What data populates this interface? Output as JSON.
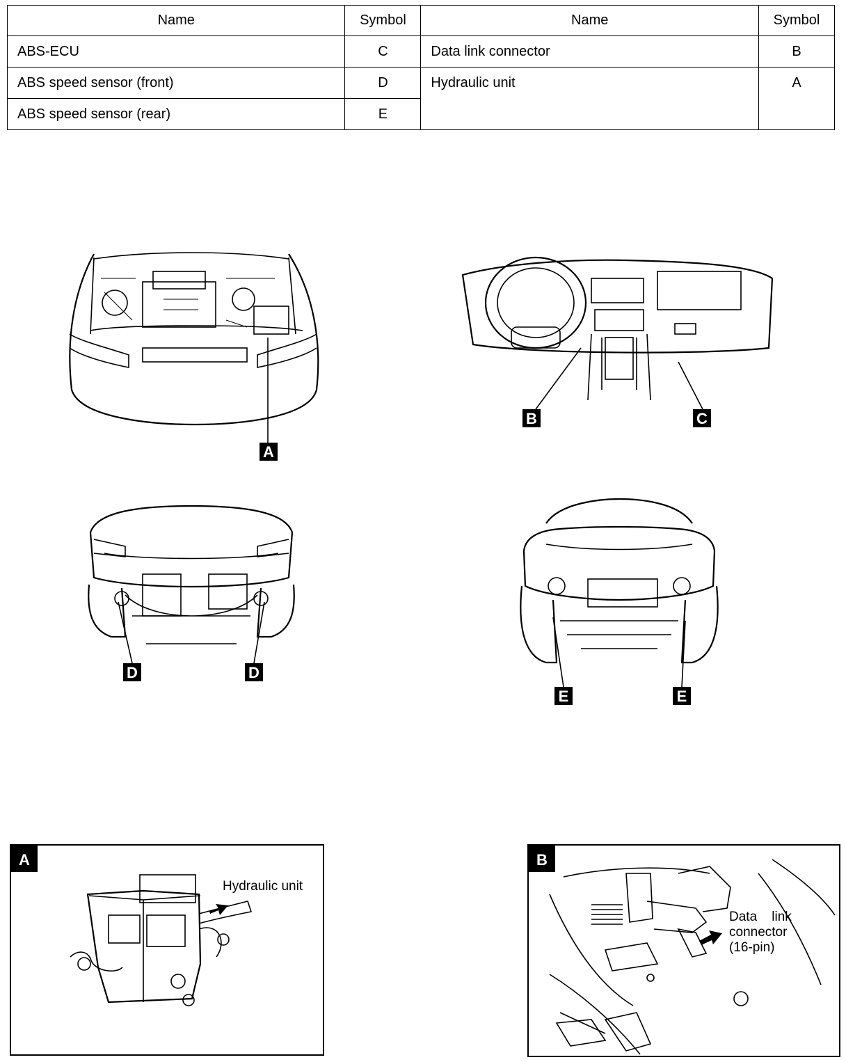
{
  "table": {
    "headers": [
      "Name",
      "Symbol",
      "Name",
      "Symbol"
    ],
    "rows": [
      {
        "name": "ABS-ECU",
        "symbol": "C",
        "name2": "Data link connector",
        "symbol2": "B"
      },
      {
        "name": "ABS speed sensor (front)",
        "symbol": "D",
        "name2": "Hydraulic unit",
        "symbol2": "A"
      },
      {
        "name": "ABS speed sensor (rear)",
        "symbol": "E",
        "name2": "",
        "symbol2": ""
      }
    ]
  },
  "figures": {
    "engine_label": "A",
    "dash_label_b": "B",
    "dash_label_c": "C",
    "front_label_left": "D",
    "front_label_right": "D",
    "rear_label_left": "E",
    "rear_label_right": "E"
  },
  "details": {
    "a": {
      "tag": "A",
      "callout": "Hydraulic unit"
    },
    "b": {
      "tag": "B",
      "callout_line1": "Data    link",
      "callout_line2": "connector",
      "callout_line3": "(16-pin)"
    }
  }
}
